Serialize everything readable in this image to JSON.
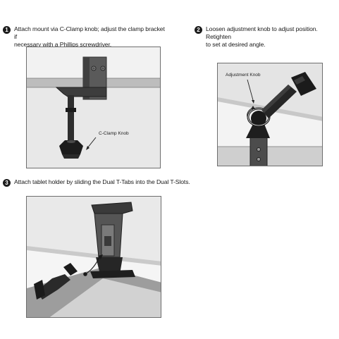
{
  "steps": [
    {
      "number": "1",
      "caption_line1": "Attach mount via C-Clamp knob; adjust the clamp bracket if",
      "caption_line2": "necessary with a Phillips screwdriver.",
      "callout": "C-Clamp Knob"
    },
    {
      "number": "2",
      "caption_line1": "Loosen adjustment knob to adjust position. Retighten",
      "caption_line2": "to set at desired angle.",
      "callout": "Adjustment Knob"
    },
    {
      "number": "3",
      "caption_line1": "Attach tablet holder by sliding the Dual T-Tabs into the Dual T-Slots.",
      "caption_line2": ""
    }
  ]
}
